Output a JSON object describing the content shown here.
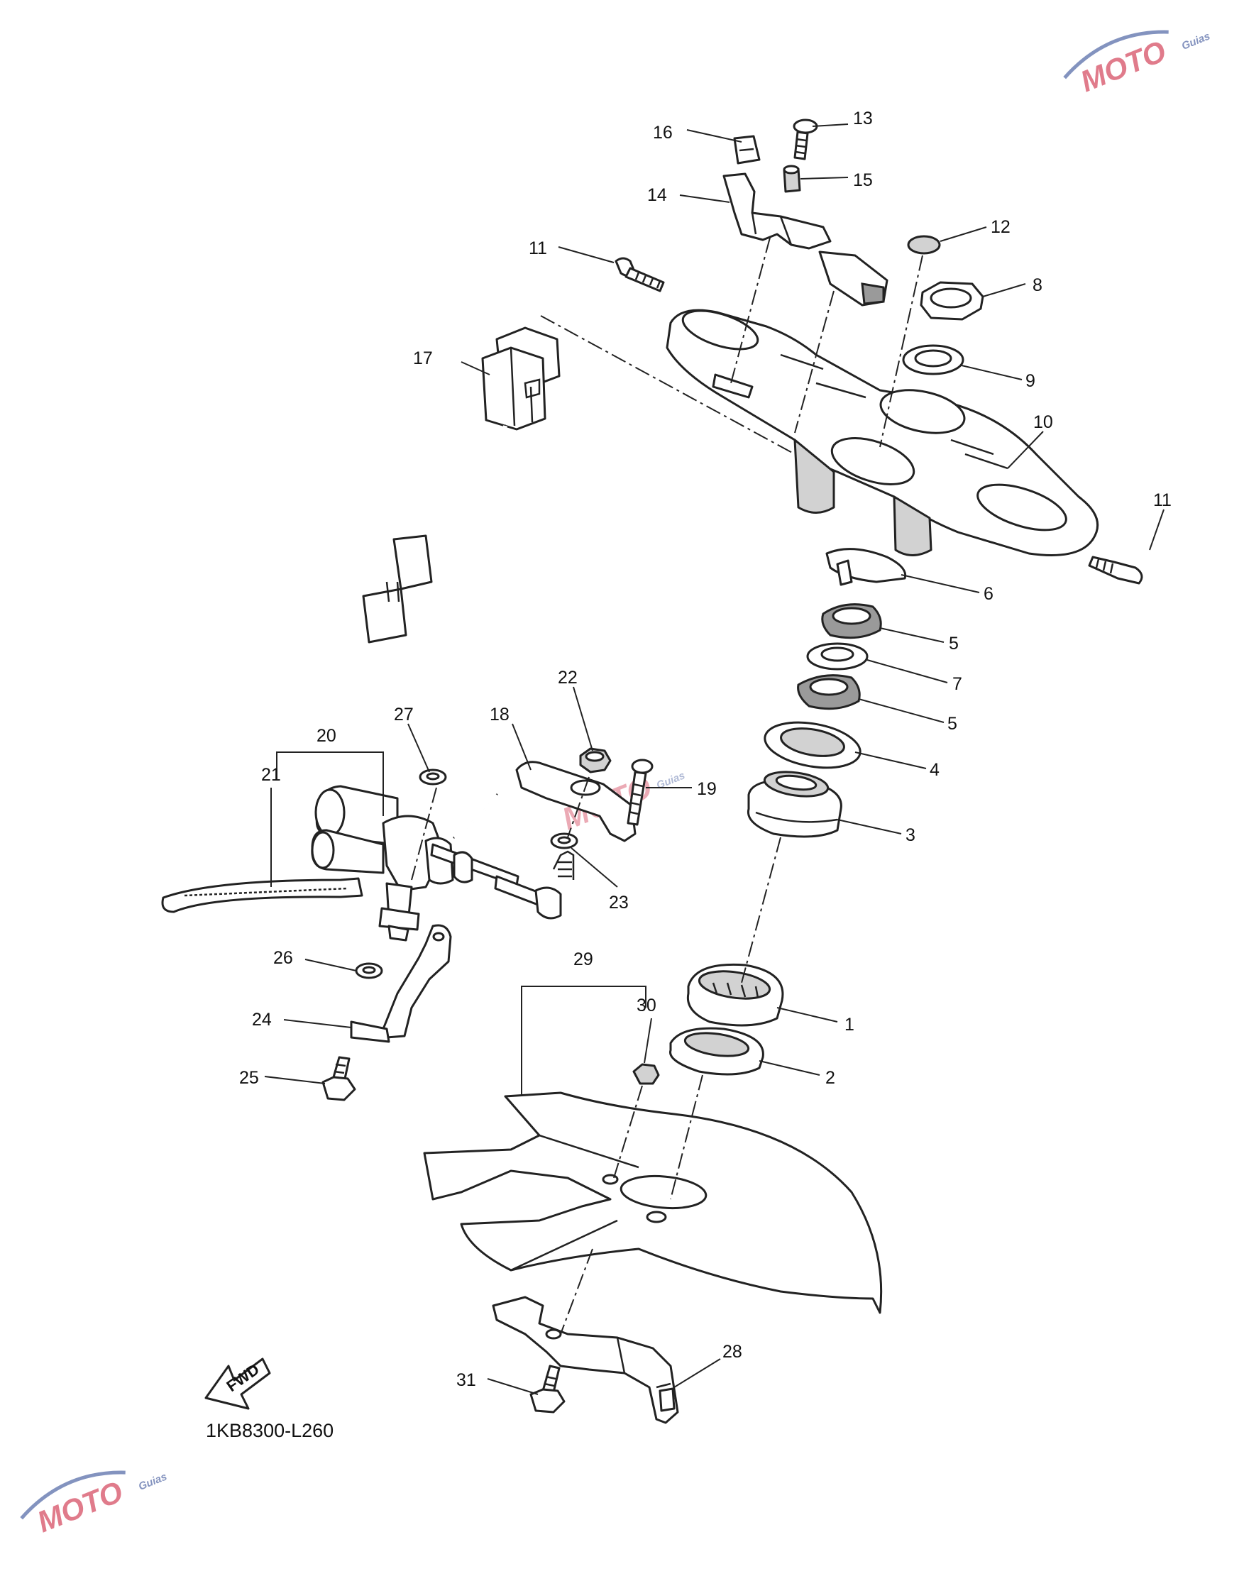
{
  "diagram": {
    "code_label": "1KB8300-L260",
    "fwd_label": "FWD",
    "watermark": {
      "letters": "MOTO",
      "subtitle": "Guias",
      "color": "#c8102e",
      "accent": "#1e3a8a"
    },
    "callouts": [
      {
        "id": "c1",
        "text": "1"
      },
      {
        "id": "c2",
        "text": "2"
      },
      {
        "id": "c3",
        "text": "3"
      },
      {
        "id": "c4",
        "text": "4"
      },
      {
        "id": "c5a",
        "text": "5"
      },
      {
        "id": "c5b",
        "text": "5"
      },
      {
        "id": "c6",
        "text": "6"
      },
      {
        "id": "c7",
        "text": "7"
      },
      {
        "id": "c8",
        "text": "8"
      },
      {
        "id": "c9",
        "text": "9"
      },
      {
        "id": "c10",
        "text": "10"
      },
      {
        "id": "c11a",
        "text": "11"
      },
      {
        "id": "c11b",
        "text": "11"
      },
      {
        "id": "c12",
        "text": "12"
      },
      {
        "id": "c13",
        "text": "13"
      },
      {
        "id": "c14",
        "text": "14"
      },
      {
        "id": "c15",
        "text": "15"
      },
      {
        "id": "c16",
        "text": "16"
      },
      {
        "id": "c17",
        "text": "17"
      },
      {
        "id": "c18",
        "text": "18"
      },
      {
        "id": "c19",
        "text": "19"
      },
      {
        "id": "c20",
        "text": "20"
      },
      {
        "id": "c21",
        "text": "21"
      },
      {
        "id": "c22",
        "text": "22"
      },
      {
        "id": "c23",
        "text": "23"
      },
      {
        "id": "c24",
        "text": "24"
      },
      {
        "id": "c25",
        "text": "25"
      },
      {
        "id": "c26",
        "text": "26"
      },
      {
        "id": "c27",
        "text": "27"
      },
      {
        "id": "c28",
        "text": "28"
      },
      {
        "id": "c29",
        "text": "29"
      },
      {
        "id": "c30",
        "text": "30"
      },
      {
        "id": "c31",
        "text": "31"
      }
    ]
  }
}
